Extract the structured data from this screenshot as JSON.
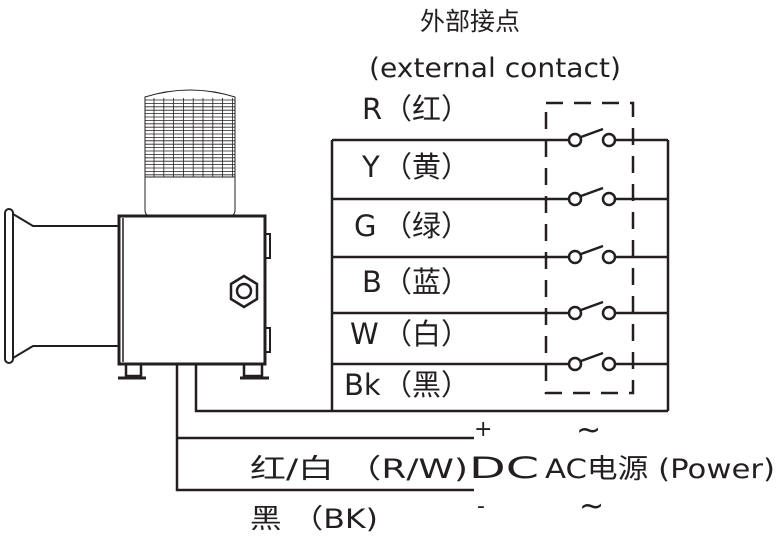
{
  "title": {
    "cn": "外部接点",
    "en": "(external contact)"
  },
  "contacts": [
    {
      "code": "R",
      "cn": "（红）"
    },
    {
      "code": "Y",
      "cn": "（黄）"
    },
    {
      "code": "G",
      "cn": "（绿）"
    },
    {
      "code": "B",
      "cn": "（蓝）"
    },
    {
      "code": "W",
      "cn": "（白）"
    },
    {
      "code": "Bk",
      "cn": "（黑）"
    }
  ],
  "power": {
    "plus": "+",
    "minus": "-",
    "positive_wire": "红/白 （R/W)",
    "dc": "DC",
    "negative_wire": "黑 （BK)",
    "ac_label": "AC电源 (Power)",
    "tilde": "~"
  },
  "colors": {
    "line": "#231f20",
    "background": "#ffffff"
  }
}
